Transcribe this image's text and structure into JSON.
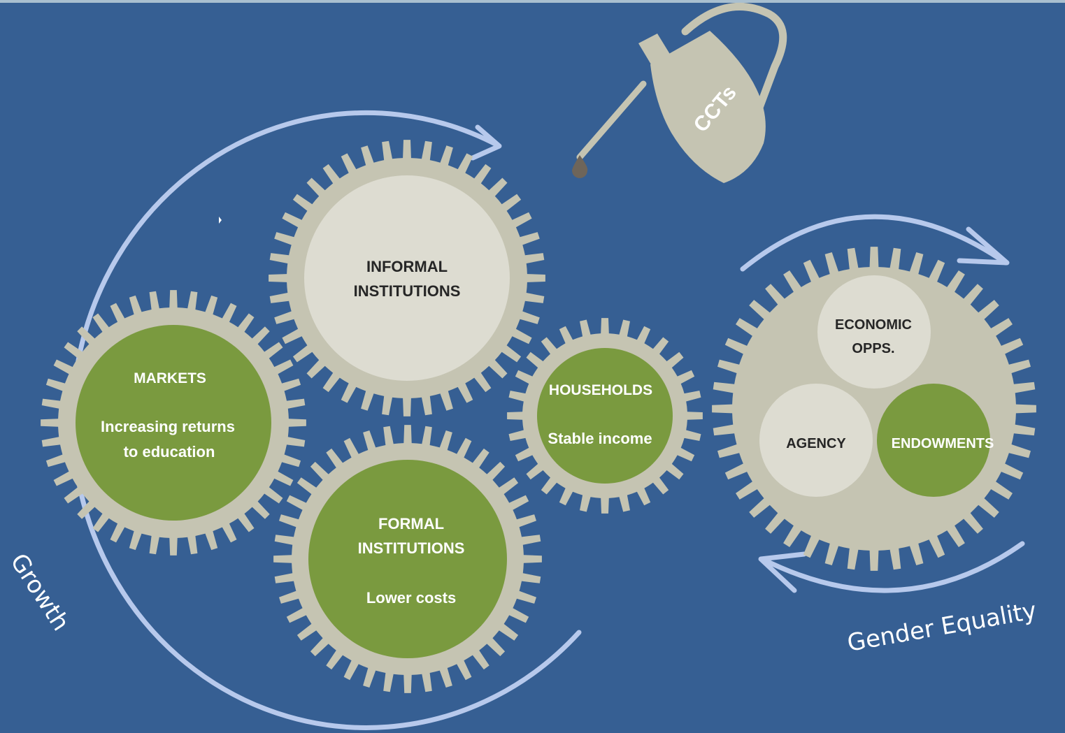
{
  "gears": {
    "informal": {
      "line1": "INFORMAL",
      "line2": "INSTITUTIONS"
    },
    "markets": {
      "title": "MARKETS",
      "line1": "Increasing returns",
      "line2": "to education"
    },
    "formal": {
      "line1": "FORMAL",
      "line2": "INSTITUTIONS",
      "line3": "Lower costs"
    },
    "households": {
      "title": "HOUSEHOLDS",
      "line1": "Stable income"
    }
  },
  "gender_gear": {
    "economic_line1": "ECONOMIC",
    "economic_line2": "OPPS.",
    "agency": "AGENCY",
    "endowments": "ENDOWMENTS"
  },
  "oil_can": {
    "label": "CCTs"
  },
  "cycles": {
    "growth": "Growth",
    "gender": "Gender Equality"
  },
  "colors": {
    "background": "#365f93",
    "gear": "#c5c4b2",
    "green": "#7a9a3f",
    "light": "#dddcd1",
    "arrow": "#b7c9ec",
    "drop": "#6e655a"
  }
}
